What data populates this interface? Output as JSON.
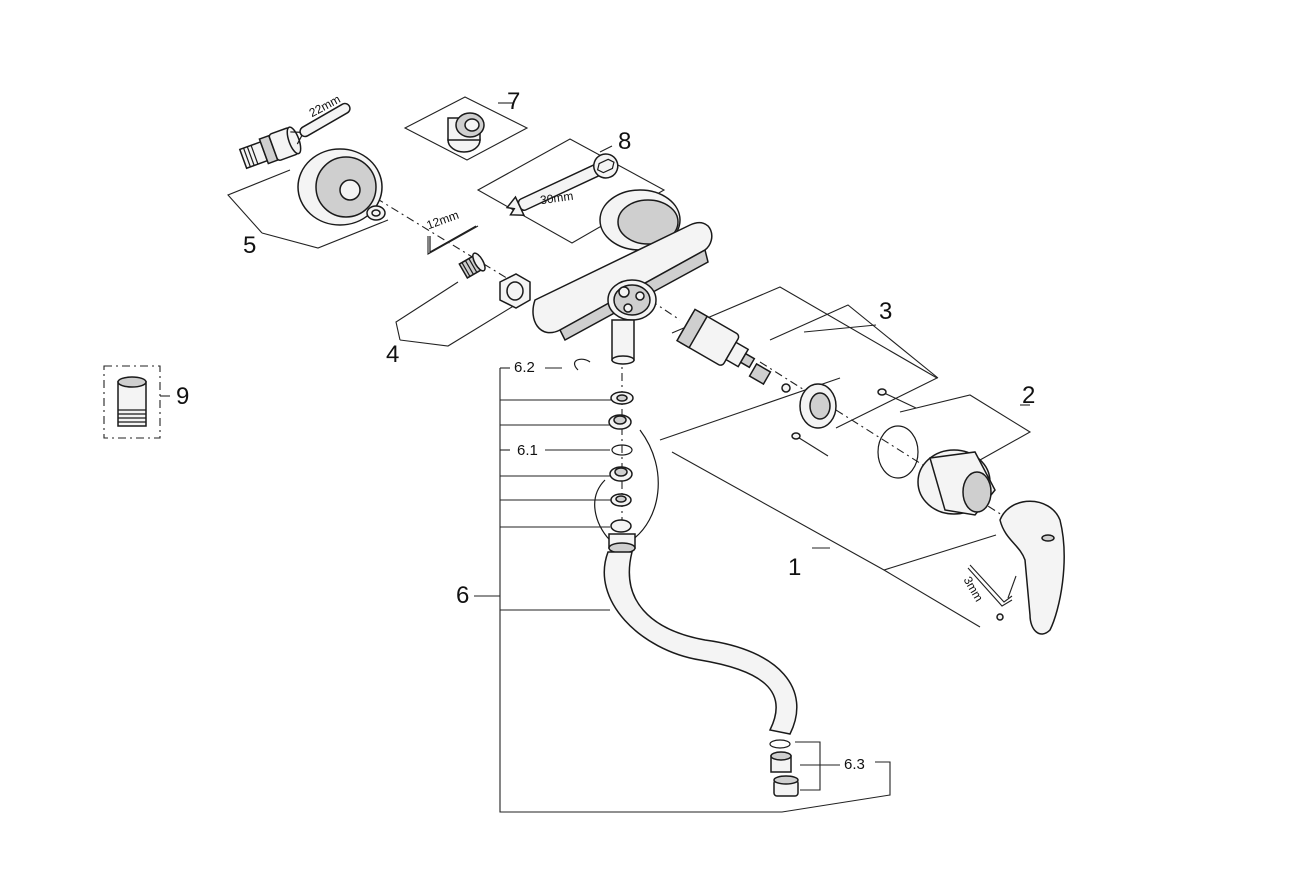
{
  "callouts": {
    "c1": "1",
    "c2": "2",
    "c3": "3",
    "c4": "4",
    "c5": "5",
    "c6": "6",
    "c6_1": "6.1",
    "c6_2": "6.2",
    "c6_3": "6.3",
    "c7": "7",
    "c8": "8",
    "c9": "9"
  },
  "dimensions": {
    "wrench_22": "22mm",
    "wrench_30": "30mm",
    "hex_key_12": "12mm",
    "hex_key_3": "3mm"
  }
}
